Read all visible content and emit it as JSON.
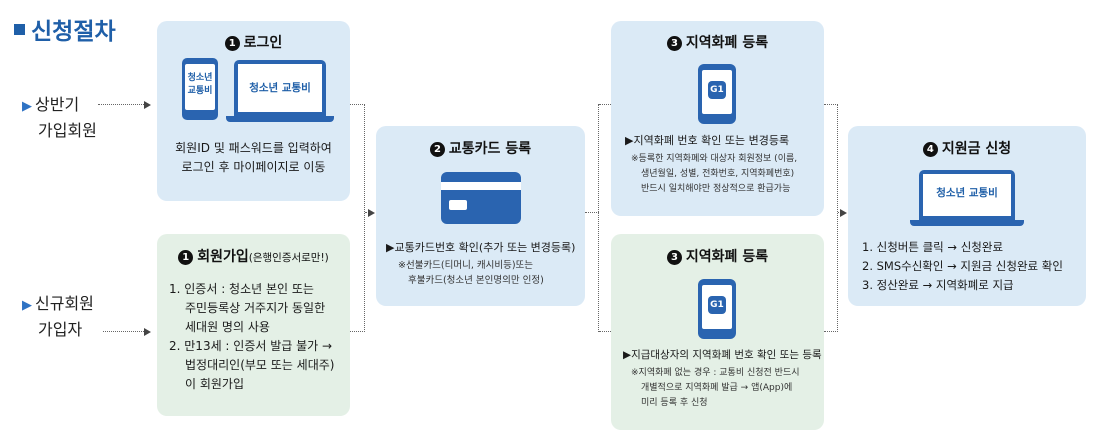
{
  "header": {
    "title": "신청절차"
  },
  "side": {
    "first": {
      "line1": "상반기",
      "line2": "가입회원"
    },
    "new": {
      "line1": "신규회원",
      "line2": "가입자"
    }
  },
  "step1_login": {
    "num": "1",
    "title": "로그인",
    "phone_label": "청소년\n교통비",
    "laptop_label": "청소년 교통비",
    "desc": [
      "회원ID 및 패스워드를 입력하여",
      "로그인 후 마이페이지로 이동"
    ]
  },
  "step1_join": {
    "num": "1",
    "title": "회원가입",
    "subtitle": "(은행인증서로만!)",
    "items": [
      "1. 인증서 : 청소년 본인 또는",
      "주민등록상 거주지가 동일한",
      "세대원 명의 사용",
      "2. 만13세 : 인증서 발급 불가 →",
      "법정대리인(부모 또는 세대주)",
      "이 회원가입"
    ]
  },
  "step2": {
    "num": "2",
    "title": "교통카드 등록",
    "main": "▶교통카드번호 확인(추가 또는 변경등록)",
    "notes": [
      "※선불카드(티머니, 캐시비등)또는",
      "후불카드(청소년 본인명의만 인정)"
    ]
  },
  "step3_top": {
    "num": "3",
    "title": "지역화폐 등록",
    "icon_label": "G1",
    "main": "▶지역화폐 번호 확인 또는 변경등록",
    "notes": [
      "※등록한 지역화폐와 대상자 회원정보 (이름,",
      "생년월일, 성별, 전화번호, 지역화폐번호)",
      "반드시 일치해야만 정상적으로 환급가능"
    ]
  },
  "step3_bottom": {
    "num": "3",
    "title": "지역화폐 등록",
    "icon_label": "G1",
    "main": "▶지급대상자의 지역화폐 번호 확인 또는 등록",
    "notes": [
      "※지역화폐 없는 경우 : 교통비 신청전 반드시",
      "개별적으로 지역화폐 발급 → 앱(App)에",
      "미리 등록 후 신청"
    ]
  },
  "step4": {
    "num": "4",
    "title": "지원금 신청",
    "laptop_label": "청소년 교통비",
    "items": [
      "1. 신청버튼 클릭 → 신청완료",
      "2. SMS수신확인 → 지원금 신청완료 확인",
      "3. 정산완료 → 지역화폐로 지급"
    ]
  },
  "colors": {
    "accent": "#1f5fa8",
    "blue_box": "#dbeaf6",
    "green_box": "#e4f0e6"
  }
}
